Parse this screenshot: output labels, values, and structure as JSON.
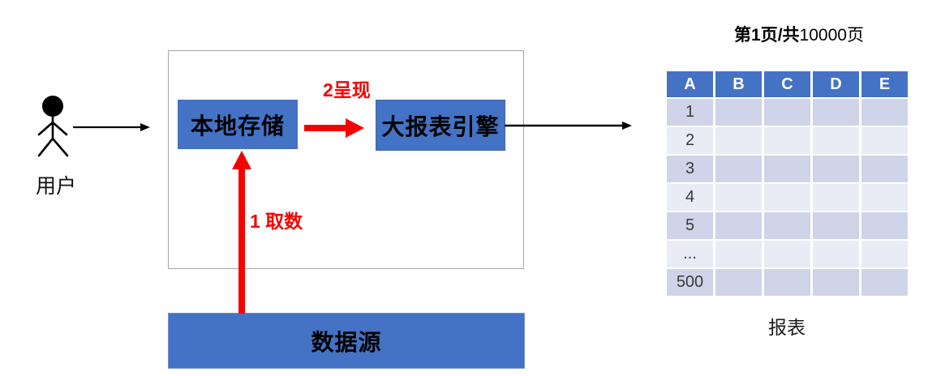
{
  "figure": {
    "user_label": "用户"
  },
  "pipeline": {
    "local_storage_label": "本地存储",
    "report_engine_label": "大报表引擎",
    "data_source_label": "数据源",
    "step_fetch_label": "1 取数",
    "step_present_label": "2呈现"
  },
  "report": {
    "page_indicator_bold": "第1页/共",
    "page_indicator_regular": "10000页",
    "caption": "报表",
    "table": {
      "headers": [
        "A",
        "B",
        "C",
        "D",
        "E"
      ],
      "row_labels": [
        "1",
        "2",
        "3",
        "4",
        "5",
        "...",
        "500"
      ],
      "columns_per_row": 5
    }
  },
  "colors": {
    "accent_blue": "#4472C4",
    "band_dark": "#CFD4E8",
    "band_light": "#E9EBF5",
    "arrow_red": "#F60000",
    "border_gray": "#A6A6A6"
  }
}
